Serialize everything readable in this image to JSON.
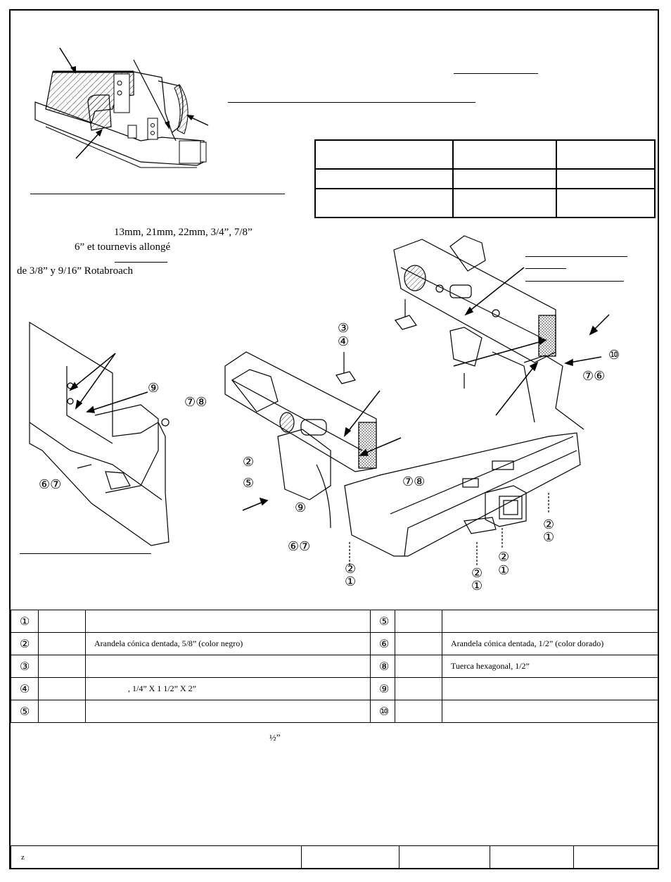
{
  "tools": {
    "line1": "13mm, 21mm, 22mm, 3/4”, 7/8”",
    "line2": "6” et tournevis allongé",
    "line3": "de 3/8” y  9/16” Rotabroach"
  },
  "callouts": {
    "c34": "③④",
    "c3": "③",
    "c4": "④",
    "c9a": "⑨",
    "c78a": "⑦⑧",
    "c67a": "⑥⑦",
    "c2a": "②",
    "c5a": "⑤",
    "c9b": "⑨",
    "c78b": "⑦⑧",
    "c67b": "⑥⑦",
    "c21a_2": "②",
    "c21a_1": "①",
    "c21b_2": "②",
    "c21b_1": "①",
    "c21c_2": "②",
    "c21c_1": "①",
    "c21d_2": "②",
    "c21d_1": "①",
    "c10": "⑩",
    "c76": "⑦⑥"
  },
  "parts": [
    {
      "n1": "①",
      "d1": "",
      "n2": "⑤",
      "d2": ""
    },
    {
      "n1": "②",
      "d1": "Arandela cónica dentada, 5/8”   (color negro)",
      "n2": "⑥",
      "d2": "Arandela cónica dentada, 1/2”   (color dorado)"
    },
    {
      "n1": "③",
      "d1": "",
      "n2": "⑧",
      "d2": "Tuerca hexagonal, 1/2”"
    },
    {
      "n1": "④",
      "d1": ", 1/4” X 1 1/2” X 2”",
      "n2": "⑨",
      "d2": ""
    },
    {
      "n1": "⑤",
      "d1": "",
      "n2": "⑩",
      "d2": ""
    }
  ],
  "notes": {
    "half": "½”"
  },
  "footer": {
    "cell1": "z"
  }
}
